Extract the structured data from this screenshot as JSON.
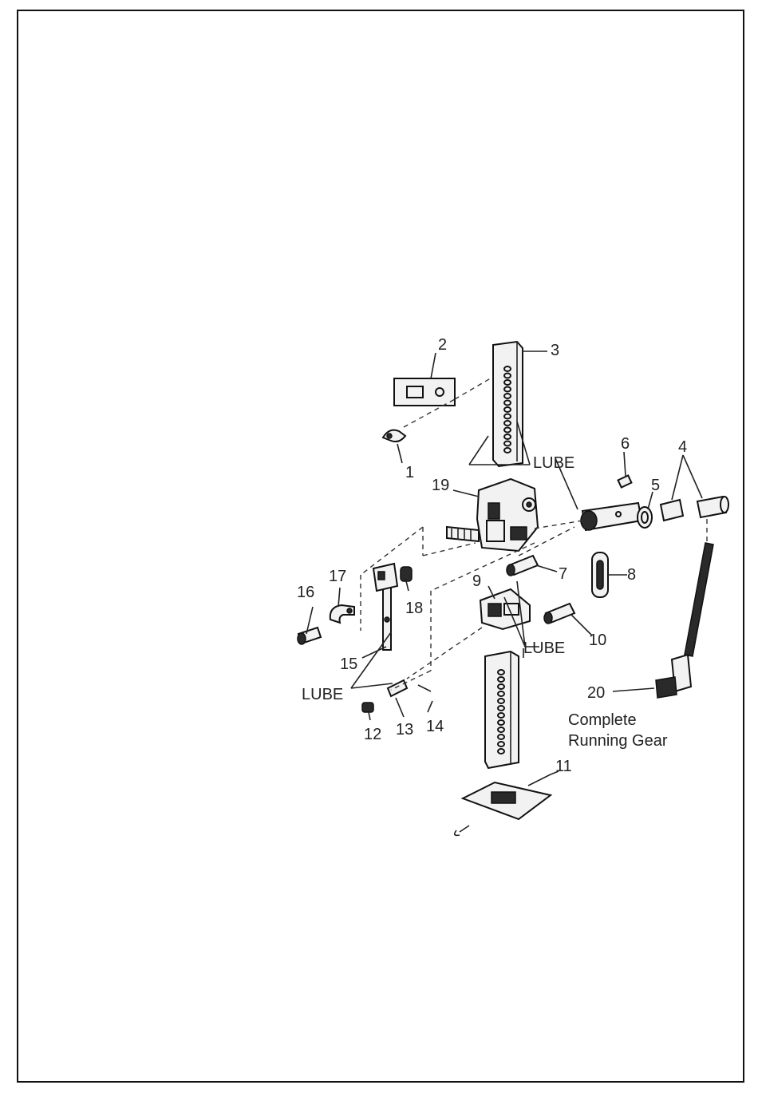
{
  "diagram": {
    "part_numbers": [
      "1",
      "2",
      "3",
      "4",
      "5",
      "6",
      "7",
      "8",
      "9",
      "10",
      "11",
      "12",
      "13",
      "14",
      "15",
      "16",
      "17",
      "18",
      "19",
      "20"
    ],
    "lube_label": "LUBE",
    "caption_line1": "Complete",
    "caption_line2": "Running Gear"
  }
}
